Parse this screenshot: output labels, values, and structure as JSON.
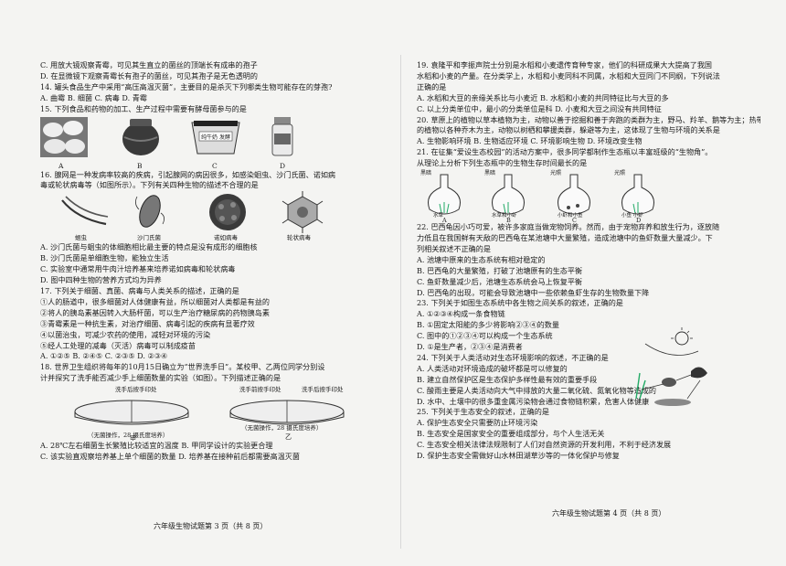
{
  "left": {
    "lines_top": [
      "C. 用放大镜观察青霉，可见其生直立的菌丝的顶端长有成串的孢子",
      "D. 在显微镜下观察青霉长有孢子的菌丝，可见其孢子是无色透明的",
      "14. 罐头食品生产中采用“高压高温灭菌”，主要目的是杀灭下列哪类生物可能存在的芽孢?",
      "A. 曲霉                B. 细菌                C. 病毒                D. 青霉",
      "15. 下列食品和药物的加工、生产过程中需要有酵母菌参与的是"
    ],
    "q15_labels": [
      "A",
      "B",
      "C",
      "D"
    ],
    "q15_product_text": "纯牛奶 发酵",
    "lines_q16": [
      "16. 腺网是一种发病率较高的疾病，引起腺网的病因很多，如感染蛔虫、沙门氏菌、诺如病",
      "毒或轮状病毒等（如图所示）。下列有关四种生物的描述不合理的是"
    ],
    "q16_captions": [
      "蛔虫",
      "沙门氏菌",
      "诺如病毒",
      "轮状病毒"
    ],
    "lines_mid": [
      "A. 沙门氏菌与蛔虫的体细胞相比最主要的特点是没有成形的细胞核",
      "B. 沙门氏菌是单细胞生物，能独立生活",
      "C. 实验室中通常用牛肉汁培养基来培养诺如病毒和轮状病毒",
      "D. 图中四种生物的营养方式均为异养",
      "17. 下列关于细菌、真菌、病毒与人类关系的描述，正确的是",
      "①人的肠道中，很多细菌对人体健康有益，所以细菌对人类都是有益的",
      "②将人的胰岛素基因转入大肠杆菌，可以生产治疗糖尿病的药物胰岛素",
      "③青霉素是一种抗生素，对治疗细菌、病毒引起的疾病有显著疗效",
      "④以菌治虫，可减少农药的使用，减轻对环境的污染",
      "⑤经人工处理的减毒（灭活）病毒可以制成疫苗",
      "A. ①②⑤               B. ②④⑤               C. ②③⑤               D. ②③④",
      "18. 世界卫生组织将每年的10月15日确立为“世界洗手日”。某校甲、乙两位同学分别设",
      "计并探究了洗手能否减少手上细菌数量的实验（如图）。下列描述正确的是"
    ],
    "q18_labels": {
      "a1": "洗手后按手印处",
      "a2": "洗手前按手印处",
      "a3": "洗手后按手印处",
      "cap1": "（无菌操作，28 摄氏度培养）",
      "cap2": "（无菌操作，28 摄氏度培养）",
      "jia": "甲",
      "yi": "乙"
    },
    "lines_bottom": [
      "A. 28℃左右细菌生长繁殖比较适宜的温度                B. 甲同学设计的实验更合理",
      "C. 该实验直观察培养基上单个细菌的数量                D. 培养基在接种前后都需要高温灭菌"
    ],
    "footer": "六年级生物试题第 3 页（共 8 页）"
  },
  "right": {
    "lines_top": [
      "19. 袁隆平和李振声院士分别是水稻和小麦遗传育种专家，他们的科研成果大大提高了我国",
      "水稻和小麦的产量。在分类学上，水稻和小麦同科不同属，水稻和大豆同门不同纲，下列说法",
      "正确的是",
      "A. 水稻和大豆的亲缘关系比与小麦近                B. 水稻和小麦的共同特征比与大豆的多",
      "C. 以上分类单位中，最小的分类单位是科            D. 小麦和大豆之间没有共同特征",
      "20. 草原上的植物以草本植物为主，动物以善于挖掘和善于奔跑的类群为主，野马、羚羊、鹅等为主；热带雨林中",
      "的植物以各种乔木为主，动物以树栖和攀援类群，躲避等为主，这体现了生物与环境的关系是",
      "A. 生物影响环境        B. 生物适应环境        C. 环境影响生物        D. 环境改变生物",
      "21. 在征集“爱设生态校园”的活动方案中，很多同学都制作生态瓶以丰富班级的“生物角”。",
      "从理论上分析下列生态瓶中的生物生存时间最长的是"
    ],
    "q21_tags": [
      "黑暗",
      "黑暗",
      "光照",
      "光照"
    ],
    "q21_caps": [
      "水草",
      "水草和小虾",
      "小虾和小鱼",
      "小鱼 小虾"
    ],
    "q21_labels": [
      "A",
      "B",
      "C",
      "D"
    ],
    "lines_mid": [
      "22. 巴西龟因小巧可爱，被许多家庭当做宠物饲养。然而，由于宠物弃养和放生行为，逐放随",
      "力低且在我国鲜有天敌的巴西龟在某池塘中大量繁殖，造成池塘中的鱼虾数量大量减少。下",
      "列相关叙述不正确的是",
      "A. 池塘中原来的生态系统有相对稳定的",
      "B. 巴西龟的大量繁殖，打破了池塘原有的生态平衡",
      "C. 鱼虾数量减少后，池塘生态系统会马上恢复平衡",
      "D. 巴西龟的出现，可能会导致池塘中一些依赖鱼虾生存的生物数量下降",
      "23. 下列关于如图生态系统中各生物之间关系的叙述，正确的是",
      "A. ①②③④构成一条食物链",
      "B. ①固定太阳能的多少将影响②③④的数量",
      "C. 图中的①②③④可以构成一个生态系统",
      "D. ①是生产者，②③④是消费者",
      "24. 下列关于人类活动对生态环境影响的叙述，不正确的是",
      "A. 人类活动对环境造成的破坏都是可以修复的",
      "B. 建立自然保护区是生态保护多样性最有效的重要手段",
      "C. 酸雨主要是人类活动向大气中排放的大量二氧化硫、氮氧化物等造成的",
      "D. 水中、土壤中的很多重金属污染物会通过食物链积累，危害人体健康",
      "25. 下列关于生态安全的叙述，正确的是",
      "A. 保护生态安全只需要防止环境污染",
      "B. 生态安全是国家安全的重要组成部分，与个人生活无关",
      "C. 生态安全相关法律法规限制了人们对自然资源的开发利用，不利于经济发展",
      "D. 保护生态安全需做好山水林田湖草沙等的一体化保护与修复"
    ],
    "footer": "六年级生物试题第 4 页（共 8 页）"
  }
}
